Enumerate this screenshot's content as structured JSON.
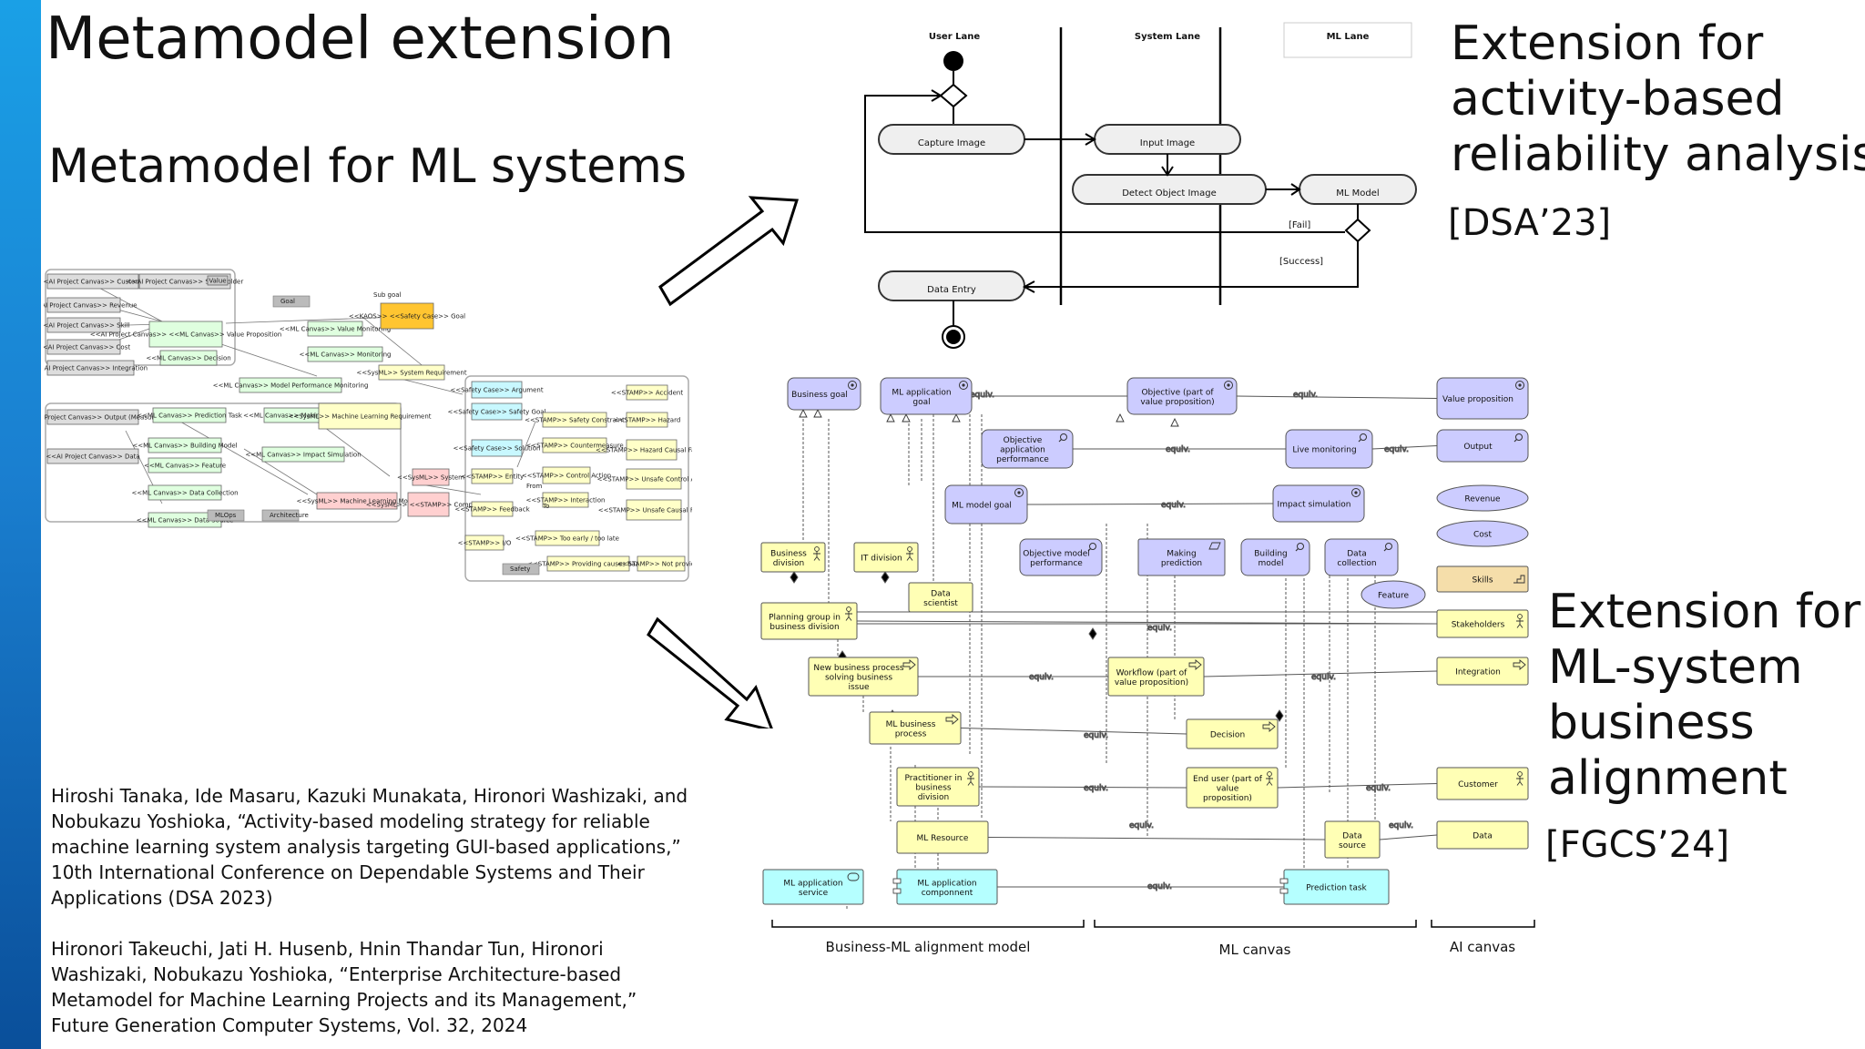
{
  "slide": {
    "title": "Metamodel extension",
    "subtitle": "Metamodel for ML systems",
    "extension_top": [
      "Extension for",
      "activity-based",
      "reliability analysis"
    ],
    "citation_top": "[DSA’23]",
    "extension_bottom": [
      "Extension for",
      "ML-system",
      "business",
      "alignment"
    ],
    "citation_bottom": "[FGCS’24]",
    "reference_1": "Hiroshi Tanaka, Ide Masaru, Kazuki Munakata, Hironori Washizaki, and Nobukazu Yoshioka, “Activity-based modeling strategy for reliable machine learning system analysis targeting GUI-based applications,” 10th International Conference on Dependable Systems and Their Applications (DSA 2023)",
    "reference_2": "Hironori Takeuchi, Jati H. Husenb, Hnin Thandar Tun, Hironori Washizaki, Nobukazu Yoshioka, “Enterprise Architecture-based Metamodel for Machine Learning Projects and its Management,” Future Generation Computer Systems, Vol. 32, 2024"
  },
  "activity_diagram": {
    "lanes": [
      "User Lane",
      "System Lane",
      "ML Lane"
    ],
    "actions": [
      "Capture Image",
      "Input Image",
      "Detect Object Image",
      "ML Model",
      "Data Entry"
    ],
    "guards": [
      "[Fail]",
      "[Success]"
    ]
  },
  "metamodel_thumbnail": {
    "boxes": [
      "<<AI Project Canvas>> Customer",
      "<<AI Project Canvas>> Stakeholder",
      "Value",
      "<<AI Project Canvas>> Revenue",
      "<<AI Project Canvas>> Skill",
      "<<AI Project Canvas>> Cost",
      "<<AI Project Canvas>> Integration",
      "<<AI Project Canvas>> Output (Measure)",
      "<<AI Project Canvas>> Data",
      "<<AI Project Canvas>> <<ML Canvas>> Value Proposition",
      "<<ML Canvas>> Decision",
      "<<ML Canvas>> Prediction Task",
      "<<ML Canvas>> Making Prediction",
      "<<ML Canvas>> Building Model",
      "<<ML Canvas>> Feature",
      "<<ML Canvas>> Data Collection",
      "<<ML Canvas>> Data Source",
      "<<ML Canvas>> Impact Simulation",
      "<<ML Canvas>> Value Monitoring",
      "<<ML Canvas>> Monitoring",
      "<<ML Canvas>> Model Performance Monitoring",
      "<<KAOS>> <<Safety Case>> Goal",
      "<<SysML>> System Requirement",
      "<<SysML>> Machine Learning Requirement",
      "<<SysML>> Machine Learning Model",
      "<<SysML>> System",
      "<<SysML>> <<STAMP>> Component",
      "<<Safety Case>> Argument",
      "<<Safety Case>> Safety Goal",
      "<<Safety Case>> Solution",
      "<<STAMP>> Safety Constraint",
      "<<STAMP>> Countermeasure",
      "<<STAMP>> Accident",
      "<<STAMP>> Hazard",
      "<<STAMP>> Hazard Causal Factor",
      "<<STAMP>> Control Action",
      "<<STAMP>> Unsafe Control Action",
      "<<STAMP>> Entity",
      "<<STAMP>> Interaction",
      "<<STAMP>> Feedback",
      "<<STAMP>> Unsafe Causal Factor",
      "<<STAMP>> Too early / too late",
      "<<STAMP>> I/O",
      "<<STAMP>> Providing causes hazard",
      "<<STAMP>> Not providing"
    ],
    "packages": [
      "Goal",
      "MLOps",
      "Architecture",
      "Safety"
    ],
    "relations": [
      "Sub goal",
      "From",
      "To"
    ]
  },
  "alignment_diagram": {
    "elements": [
      "Business goal",
      "ML application goal",
      "Objective (part of value proposition)",
      "Value proposition",
      "Objective application performance",
      "Live monitoring",
      "Output",
      "ML model goal",
      "Impact simulation",
      "Revenue",
      "Cost",
      "Objective model performance",
      "Making prediction",
      "Building model",
      "Data collection",
      "Feature",
      "Skills",
      "Business division",
      "IT division",
      "Data scientist",
      "Planning group in business division",
      "Stakeholders",
      "New business process solving business issue",
      "Workflow (part of value proposition)",
      "Integration",
      "ML business process",
      "Decision",
      "Practitioner in business division",
      "End user (part of value proposition)",
      "Customer",
      "ML Resource",
      "Data source",
      "Data",
      "ML application service",
      "ML application componnent",
      "Prediction task"
    ],
    "relation_label": "equiv.",
    "groups": [
      "Business-ML alignment model",
      "ML canvas",
      "AI canvas"
    ]
  },
  "colors": {
    "sidebar_top": "#1aa0e6",
    "sidebar_bottom": "#0a4f9a",
    "motivation": "#ccccff",
    "business": "#ffffb5",
    "application": "#b5ffff",
    "physical": "#f5deaa"
  }
}
